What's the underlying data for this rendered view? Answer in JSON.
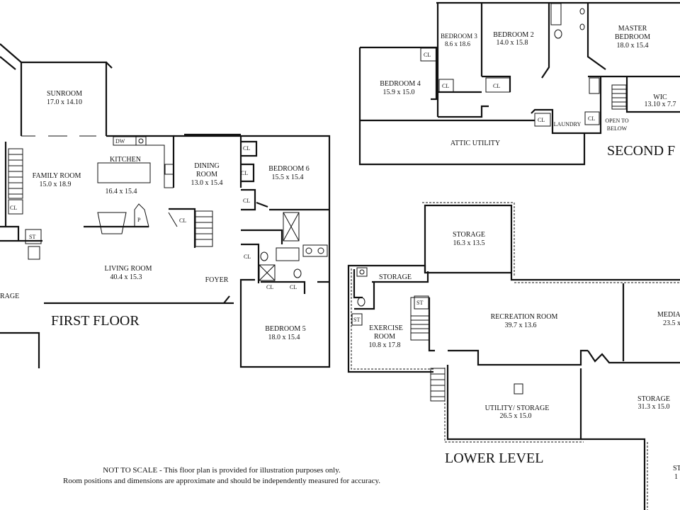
{
  "levels": {
    "first": "FIRST FLOOR",
    "second": "SECOND F",
    "lower": "LOWER LEVEL"
  },
  "first_floor": {
    "sunroom": {
      "name": "SUNROOM",
      "dims": "17.0 x 14.10"
    },
    "family_room": {
      "name": "FAMILY ROOM",
      "dims": "15.0 x 18.9"
    },
    "kitchen": {
      "name": "KITCHEN",
      "dims": "16.4 x 15.4"
    },
    "dining_room": {
      "name1": "DINING",
      "name2": "ROOM",
      "dims": "13.0 x 15.4"
    },
    "bedroom6": {
      "name": "BEDROOM 6",
      "dims": "15.5 x 15.4"
    },
    "living_room": {
      "name": "LIVING ROOM",
      "dims": "40.4 x 15.3"
    },
    "foyer": {
      "name": "FOYER"
    },
    "bedroom5": {
      "name": "BEDROOM 5",
      "dims": "18.0 x 15.4"
    },
    "garage_fragment": "RAGE"
  },
  "second_floor": {
    "bedroom3": {
      "name": "BEDROOM 3",
      "dims": "8.6 x 18.6"
    },
    "bedroom2": {
      "name": "BEDROOM 2",
      "dims": "14.0 x 15.8"
    },
    "master": {
      "name1": "MASTER",
      "name2": "BEDROOM",
      "dims": "18.0 x 15.4"
    },
    "bedroom4": {
      "name": "BEDROOM 4",
      "dims": "15.9 x 15.0"
    },
    "wic": {
      "name": "WIC",
      "dims": "13.10 x 7.7"
    },
    "attic": {
      "name": "ATTIC UTILITY"
    },
    "laundry": {
      "name": "LAUNDRY"
    },
    "open_below": {
      "line1": "OPEN TO",
      "line2": "BELOW"
    }
  },
  "lower_level": {
    "storage_top": {
      "name": "STORAGE",
      "dims": "16.3 x 13.5"
    },
    "storage_small": {
      "name": "STORAGE"
    },
    "recreation": {
      "name": "RECREATION ROOM",
      "dims": "39.7 x 13.6"
    },
    "media_fragment": {
      "name": "MEDIA",
      "dims": "23.5 x"
    },
    "exercise": {
      "name1": "EXERCISE",
      "name2": "ROOM",
      "dims": "10.8 x 17.8"
    },
    "utility": {
      "name": "UTILITY/ STORAGE",
      "dims": "26.5 x 15.0"
    },
    "storage_right": {
      "name": "STORAGE",
      "dims": "31.3 x 15.0"
    },
    "fragment_name": "ST",
    "fragment_dims": "1"
  },
  "fixtures": {
    "closet": "CL",
    "stairs": "ST",
    "dishwasher": "DW",
    "pantry": "P"
  },
  "disclaimer": {
    "line1": "NOT TO SCALE - This floor plan is provided for illustration purposes only.",
    "line2": "Room positions and dimensions are approximate and should be independently measured for accuracy."
  }
}
